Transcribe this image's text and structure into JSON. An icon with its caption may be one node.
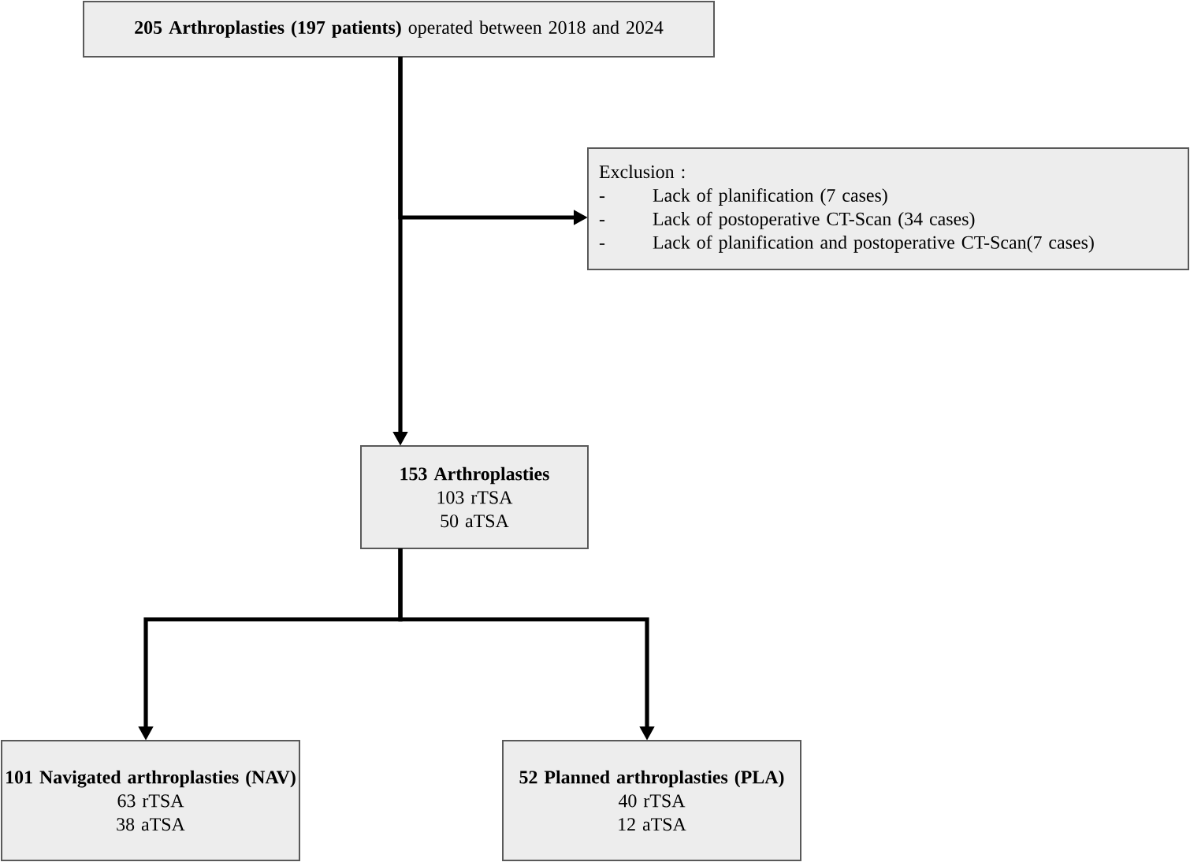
{
  "diagram": {
    "nodes": [
      {
        "text": [
          "**205 Arthroplasties (197 patients)** operated between 2018 and 2024"
        ]
      },
      {
        "text": [
          "Exclusion :",
          "-",
          "Lack of planification (7 cases)",
          "-",
          "Lack of postoperative CT-Scan (34 cases)",
          "-",
          "Lack of planification and postoperative CT-Scan(7 cases)"
        ]
      },
      {
        "text": [
          "153 Arthroplasties",
          "103 rTSA",
          "50 aTSA"
        ]
      },
      {
        "text": [
          "101 Navigated arthroplasties (NAV)",
          "63 rTSA",
          "38 aTSA"
        ]
      },
      {
        "text": [
          "52 Planned arthroplasties (PLA)",
          "40 rTSA",
          "12 aTSA"
        ]
      }
    ],
    "edges": [
      {
        "from": 0,
        "to": 2,
        "arrow": "to"
      },
      {
        "from": 0,
        "to": 1,
        "arrow": "to"
      },
      {
        "from": 2,
        "to": 3,
        "arrow": "to"
      },
      {
        "from": 2,
        "to": 4,
        "arrow": "to"
      }
    ]
  }
}
